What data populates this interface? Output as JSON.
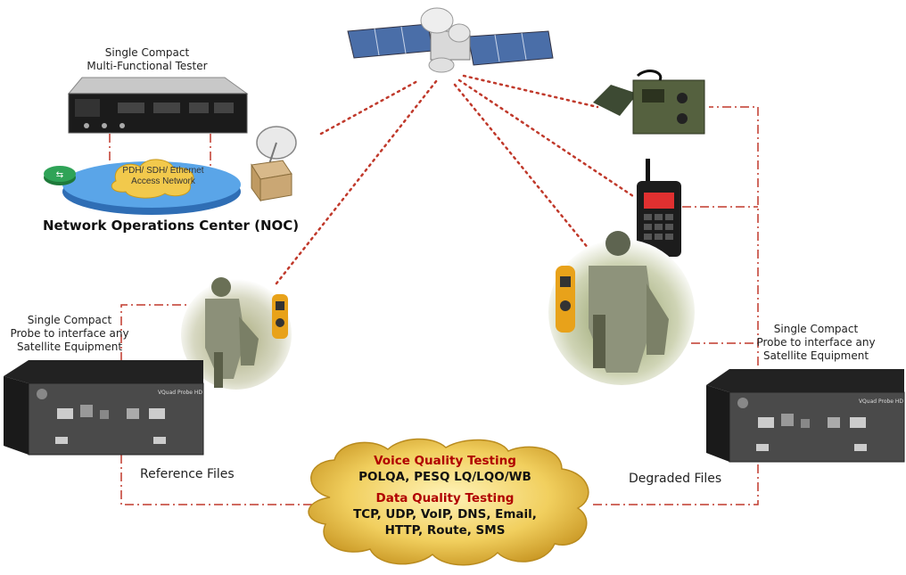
{
  "noc": {
    "tester_caption_1": "Single Compact",
    "tester_caption_2": "Multi-Functional Tester",
    "access_network_1": "PDH/ SDH/ Ethernet",
    "access_network_2": "Access Network",
    "title": "Network Operations Center (NOC)"
  },
  "probe_left": {
    "caption_1": "Single Compact",
    "caption_2": "Probe to interface any",
    "caption_3": "Satellite Equipment",
    "device_label": "VQuad Probe HD",
    "file_label": "Reference Files"
  },
  "probe_right": {
    "caption_1": "Single Compact",
    "caption_2": "Probe to interface any",
    "caption_3": "Satellite Equipment",
    "device_label": "VQuad Probe HD",
    "file_label": "Degraded Files"
  },
  "cloud": {
    "voice_heading": "Voice Quality Testing",
    "voice_items": "POLQA, PESQ LQ/LQO/WB",
    "data_heading": "Data Quality Testing",
    "data_items_1": "TCP, UDP,  VoIP, DNS, Email,",
    "data_items_2": "HTTP, Route, SMS"
  },
  "colors": {
    "link_dotted": "#c0392b",
    "link_dashdot": "#c0392b",
    "cloud_gold": "#e8b93a",
    "heading_red": "#b00000",
    "network_blue": "#3a8fd6"
  },
  "icons": [
    "satellite-icon",
    "rack-tester-icon",
    "dish-antenna-icon",
    "manpack-radio-icon",
    "handheld-radio-icon",
    "soldier-icon",
    "walkie-talkie-icon",
    "probe-device-icon",
    "router-icon",
    "cloud-icon"
  ]
}
